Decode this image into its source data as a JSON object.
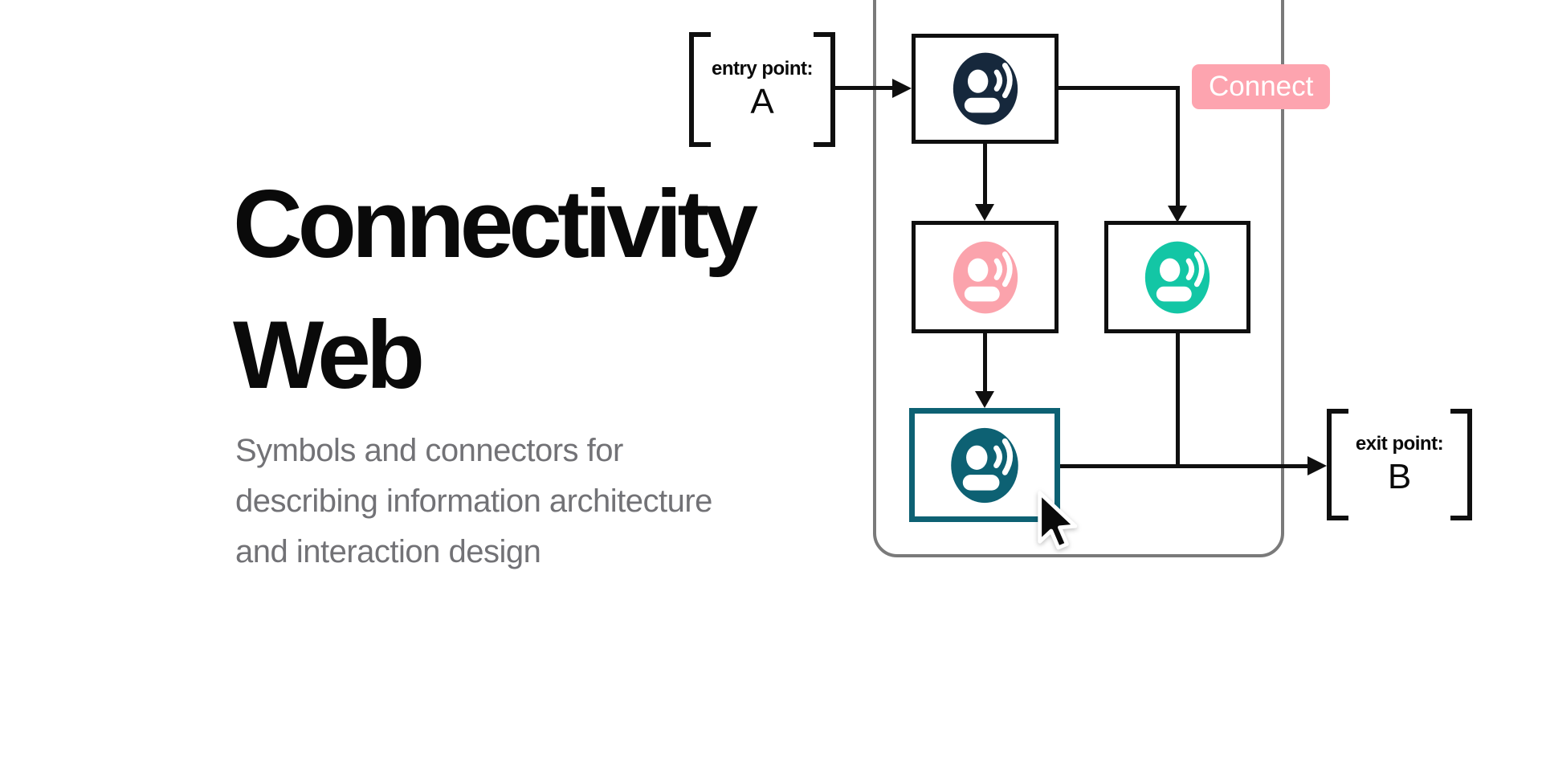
{
  "page": {
    "background": "#ffffff"
  },
  "hero": {
    "title_lines": [
      "Connectivity",
      "Web"
    ],
    "title_color": "#0a0a0a",
    "subtitle_lines": [
      "Symbols and connectors for",
      "describing information architecture",
      "and interaction design"
    ],
    "subtitle_color": "#727276"
  },
  "diagram": {
    "container_border_color": "#7a7a7a",
    "line_color": "#0f0f0f",
    "entry": {
      "label": "entry point:",
      "value": "A"
    },
    "exit": {
      "label": "exit point:",
      "value": "B"
    },
    "connect_chip": {
      "label": "Connect",
      "background": "#fda4af",
      "text_color": "#ffffff"
    },
    "nodes": [
      {
        "name": "top",
        "icon": "person-voice-icon",
        "color": "#16283c"
      },
      {
        "name": "middle-left",
        "icon": "person-voice-icon",
        "color": "#fba3ac"
      },
      {
        "name": "middle-right",
        "icon": "person-voice-icon",
        "color": "#13c6a5"
      },
      {
        "name": "bottom-selected",
        "icon": "person-voice-icon",
        "color": "#0d6173",
        "selected": true
      }
    ],
    "cursor": "arrow-pointer"
  }
}
